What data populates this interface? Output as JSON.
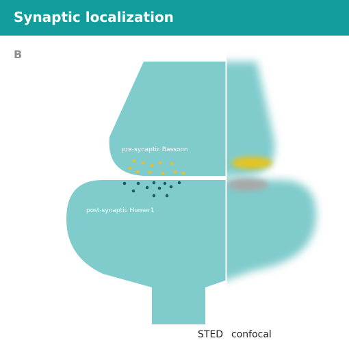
{
  "header": {
    "title": "Synaptic localization"
  },
  "panel": {
    "label": "B"
  },
  "diagram": {
    "presynaptic_label": "pre-synaptic Bassoon",
    "postsynaptic_label": "post-synaptic Homer1",
    "left_caption": "STED",
    "right_caption": "confocal"
  },
  "colors": {
    "header_bg": "#139c9c",
    "cell_fill": "#80cbcc",
    "bassoon": "#e8be2a",
    "homer": "#1f5a60",
    "confocal_bassoon": "#e3c422",
    "confocal_homer": "#a8a8a8"
  }
}
